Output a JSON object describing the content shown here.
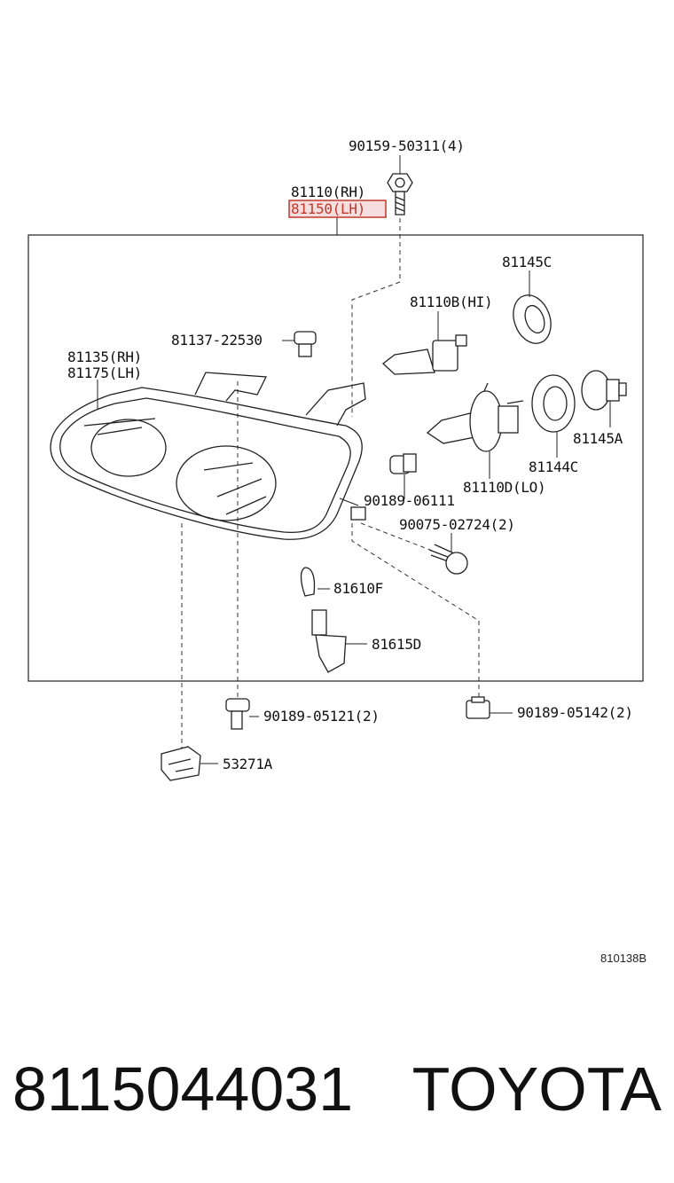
{
  "diagram": {
    "labels": {
      "p90159": "90159-50311(4)",
      "p81110": "81110(RH)",
      "p81150": "81150(LH)",
      "p81145c": "81145C",
      "p81110b": "81110B(HI)",
      "p81137": "81137-22530",
      "p81135": "81135(RH)",
      "p81175": "81175(LH)",
      "p81145a": "81145A",
      "p81144c": "81144C",
      "p81110d": "81110D(LO)",
      "p90189_06111": "90189-06111",
      "p90075": "90075-02724(2)",
      "p81610f": "81610F",
      "p81615d": "81615D",
      "p90189_05121": "90189-05121(2)",
      "p90189_05142": "90189-05142(2)",
      "p53271a": "53271A"
    },
    "highlight_color": "#c0392b",
    "illustration_ref": "810138B"
  },
  "footer": {
    "part_number": "8115044031",
    "brand": "TOYOTA"
  }
}
